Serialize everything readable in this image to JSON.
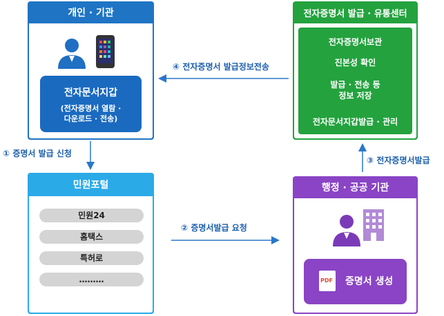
{
  "nodes": {
    "individual": {
      "title": "개인 · 기관",
      "wallet_title": "전자문서지갑",
      "wallet_sub1": "(전자증명서 열람 ·",
      "wallet_sub2": "다운로드 · 전송)"
    },
    "center": {
      "title": "전자증명서 발급 · 유통센터",
      "items": [
        "전자증명서보관",
        "진본성 확인",
        "발급 · 전송 등",
        "정보 저장",
        "전자문서지갑발급 · 관리"
      ]
    },
    "portal": {
      "title": "민원포털",
      "items": [
        "민원24",
        "홈택스",
        "특허로",
        "………"
      ]
    },
    "agency": {
      "title": "행정 · 공공 기관",
      "pdf_label": "PDF",
      "action": "증명서 생성"
    }
  },
  "steps": {
    "s1": "① 증명서 발급 신청",
    "s2": "② 증명서발급 요청",
    "s3": "③ 전자증명서발급",
    "s4": "④ 전자증명서 발급정보전송"
  },
  "colors": {
    "individual": "#1f74c4",
    "center": "#23a23e",
    "portal": "#2baae8",
    "agency": "#8a44c5",
    "arrow": "#2a77c9"
  }
}
